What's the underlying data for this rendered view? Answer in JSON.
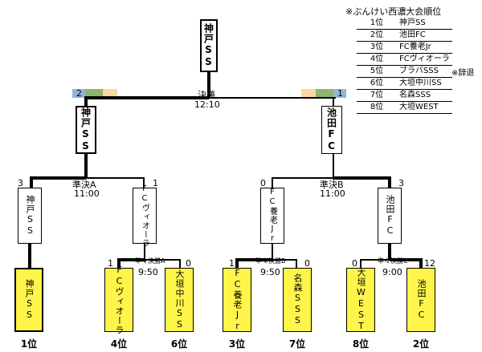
{
  "ranking": {
    "title": "※ぶんけい西濃大会順位",
    "rows": [
      {
        "place": "1位",
        "team": "神戸SS"
      },
      {
        "place": "2位",
        "team": "池田FC"
      },
      {
        "place": "3位",
        "team": "FC養老Jr"
      },
      {
        "place": "4位",
        "team": "FCヴィオーラ"
      },
      {
        "place": "5位",
        "team": "ブラバSSS"
      },
      {
        "place": "6位",
        "team": "大垣中川SS"
      },
      {
        "place": "7位",
        "team": "名森SSS"
      },
      {
        "place": "8位",
        "team": "大垣WEST"
      }
    ],
    "note": "※辞退"
  },
  "champion": {
    "name": "神戸SS"
  },
  "final": {
    "label": "決勝",
    "time": "12:10",
    "left": {
      "team": "神戸SS",
      "score": "2"
    },
    "right": {
      "team": "池田FC",
      "score": "1"
    },
    "colors": {
      "blue": "#8fb7de",
      "green": "#8fb46c",
      "peach": "#fad9a1"
    }
  },
  "semis": [
    {
      "label": "準決A",
      "time": "11:00",
      "left": {
        "team": "神戸SS",
        "score": "3"
      },
      "right": {
        "team": "FCヴィオーラ",
        "score": "1"
      }
    },
    {
      "label": "準決B",
      "time": "11:00",
      "left": {
        "team": "FC養老Jr",
        "score": "0"
      },
      "right": {
        "team": "池田FC",
        "score": "3"
      }
    }
  ],
  "quarters": [
    {
      "label": "準々決勝A",
      "time": "9:50",
      "left": {
        "team": "FCヴィオーラ",
        "score": "1"
      },
      "right": {
        "team": "大垣中川SS",
        "score": "0"
      }
    },
    {
      "label": "準々決勝B",
      "time": "9:50",
      "left": {
        "team": "FC養老Jr",
        "score": "1"
      },
      "right": {
        "team": "名森SSS",
        "score": "0"
      }
    },
    {
      "label": "準々決勝C",
      "time": "9:00",
      "left": {
        "team": "大垣WEST",
        "score": "0"
      },
      "right": {
        "team": "池田FC",
        "score": "12"
      }
    }
  ],
  "bottom": [
    {
      "team": "神戸SS",
      "place": "1位"
    },
    {
      "team": "FCヴィオーラ",
      "place": "4位"
    },
    {
      "team": "大垣中川SS",
      "place": "6位"
    },
    {
      "team": "FC養老Jr",
      "place": "3位"
    },
    {
      "team": "名森SSS",
      "place": "7位"
    },
    {
      "team": "大垣WEST",
      "place": "8位"
    },
    {
      "team": "池田FC",
      "place": "2位"
    }
  ]
}
